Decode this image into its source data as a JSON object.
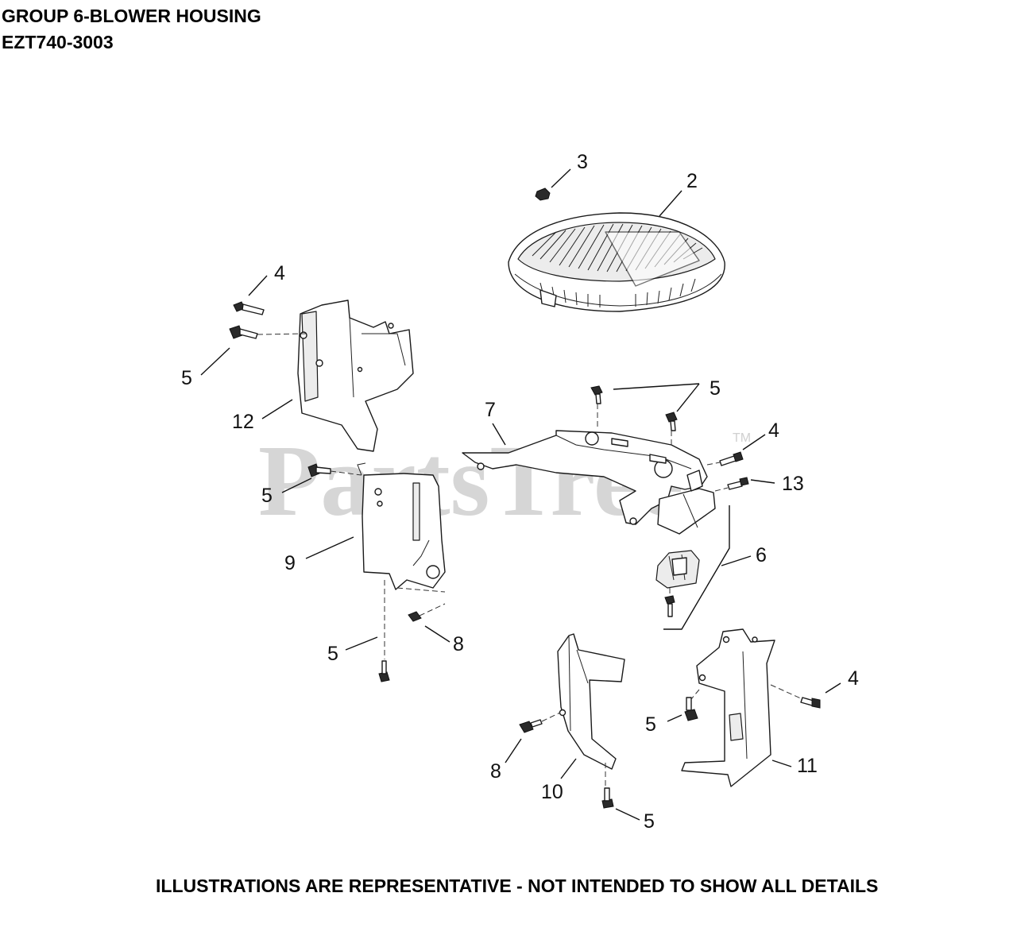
{
  "header": {
    "title": "GROUP 6-BLOWER HOUSING",
    "model": "EZT740-3003"
  },
  "footer": {
    "note": "ILLUSTRATIONS ARE REPRESENTATIVE - NOT INTENDED TO SHOW ALL DETAILS"
  },
  "watermark": {
    "text": "PartsTree",
    "trademark": "TM"
  },
  "callouts": [
    {
      "id": "c3",
      "label": "3"
    },
    {
      "id": "c2",
      "label": "2"
    },
    {
      "id": "c4a",
      "label": "4"
    },
    {
      "id": "c5a",
      "label": "5"
    },
    {
      "id": "c12",
      "label": "12"
    },
    {
      "id": "c7",
      "label": "7"
    },
    {
      "id": "c5b",
      "label": "5"
    },
    {
      "id": "c4b",
      "label": "4"
    },
    {
      "id": "c13",
      "label": "13"
    },
    {
      "id": "c5c",
      "label": "5"
    },
    {
      "id": "c9",
      "label": "9"
    },
    {
      "id": "c6",
      "label": "6"
    },
    {
      "id": "c5d",
      "label": "5"
    },
    {
      "id": "c8a",
      "label": "8"
    },
    {
      "id": "c4c",
      "label": "4"
    },
    {
      "id": "c5e",
      "label": "5"
    },
    {
      "id": "c8b",
      "label": "8"
    },
    {
      "id": "c10",
      "label": "10"
    },
    {
      "id": "c11",
      "label": "11"
    },
    {
      "id": "c5f",
      "label": "5"
    }
  ]
}
